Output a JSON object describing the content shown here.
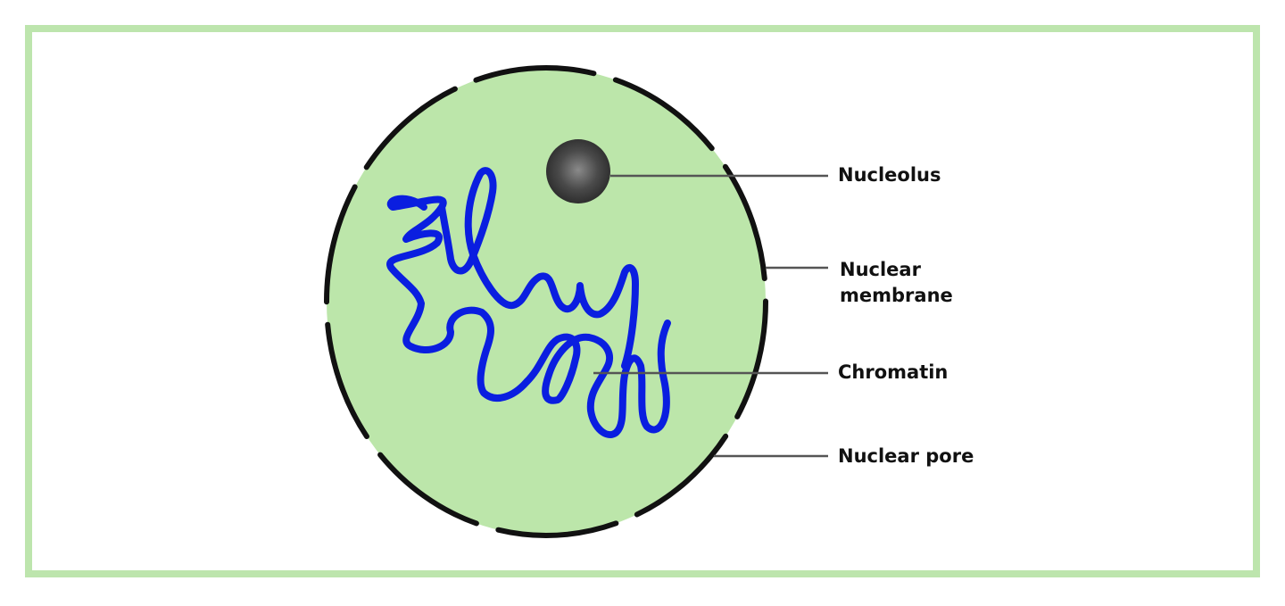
{
  "labels": {
    "nucleolus": "Nucleolus",
    "nuclear_membrane_line1": "Nuclear",
    "nuclear_membrane_line2": "membrane",
    "chromatin": "Chromatin",
    "nuclear_pore": "Nuclear pore"
  },
  "colors": {
    "frame_border": "#bde5ad",
    "nucleus_fill": "#bce6aa",
    "membrane": "#111111",
    "chromatin": "#0a1ee0",
    "nucleolus": "#3a3a3a",
    "leader_line": "#555555"
  }
}
